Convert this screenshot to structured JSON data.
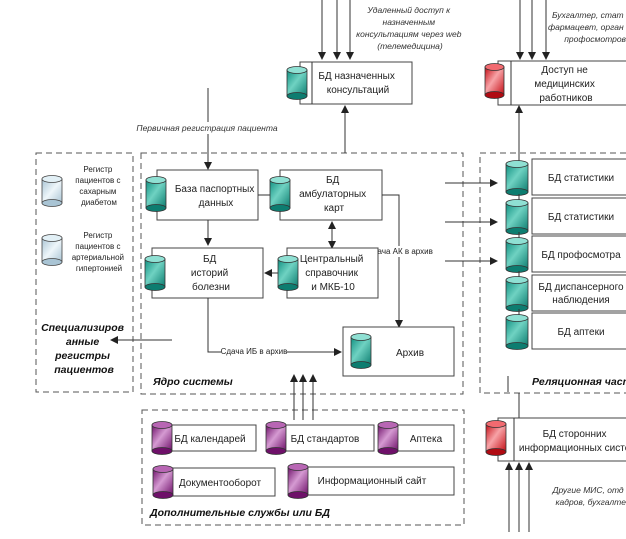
{
  "colors": {
    "teal": "#1aa593",
    "teal_light": "#7fd6c8",
    "purple": "#8a1f86",
    "purple_light": "#d9a6d6",
    "red": "#e0141c",
    "red_light": "#f5a0a4",
    "grey_db": "#bcd3e0",
    "grey_db_light": "#e8f2f7"
  },
  "top": {
    "consult_note": [
      "Удаленный доступ к",
      "назначенным",
      "консультациям через web",
      "(телемедицина)"
    ],
    "consult_box": [
      "БД назначенных",
      "консультаций"
    ],
    "nonmed_note": [
      "Бухгалтер, стат",
      "фармацевт, орган",
      "профосмотров"
    ],
    "nonmed_box": [
      "Доступ не",
      "медицинских",
      "работников"
    ],
    "primary_reg": "Первичная регистрация пациента"
  },
  "registers": {
    "title": [
      "Специализиров",
      "анные",
      "регистры",
      "пациентов"
    ],
    "items": [
      [
        "Регистр",
        "пациентов с",
        "сахарным",
        "диабетом"
      ],
      [
        "Регистр",
        "пациентов с",
        "артериальной",
        "гипертонией"
      ]
    ]
  },
  "core": {
    "title": "Ядро системы",
    "passport": [
      "База паспортных",
      "данных"
    ],
    "ambulatory": [
      "БД",
      "амбулаторных",
      "карт"
    ],
    "history": [
      "БД",
      "историй",
      "болезни"
    ],
    "reference": [
      "Центральный",
      "справочник",
      "и МКБ-10"
    ],
    "archive": "Архив",
    "ak_to_archive": "Сдача АК в архив",
    "ib_to_archive": "Сдача ИБ в архив"
  },
  "relational": {
    "title": "Реляционная часть",
    "items": [
      [
        "БД статистики"
      ],
      [
        "БД статистики"
      ],
      [
        "БД профосмотра"
      ],
      [
        "БД диспансерного",
        "наблюдения"
      ],
      [
        "БД аптеки"
      ]
    ]
  },
  "extra": {
    "title": "Дополнительные службы или БД",
    "calendars": "БД календарей",
    "standards": "БД стандартов",
    "pharmacy": "Аптека",
    "docflow": "Документооборот",
    "infosite": "Информационный сайт"
  },
  "external": {
    "box": [
      "БД сторонних",
      "информационных систем"
    ],
    "note": [
      "Другие МИС, отд",
      "кадров, бухгалте"
    ]
  }
}
